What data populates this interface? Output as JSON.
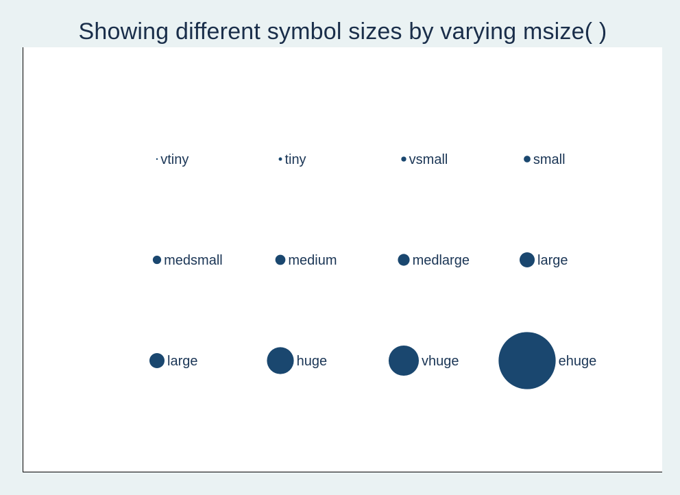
{
  "chart_title": "Showing different symbol sizes by varying msize(  )",
  "colors": {
    "background": "#eaf2f3",
    "plot_background": "#ffffff",
    "marker": "#1a476f",
    "axis": "#000000",
    "label_text": "#1a3555"
  },
  "chart_data": {
    "type": "scatter",
    "title": "Showing different symbol sizes by varying msize(  )",
    "xlabel": "",
    "ylabel": "",
    "xlim": [
      0,
      5
    ],
    "ylim": [
      0,
      4
    ],
    "grid": false,
    "marker_size_scale": {
      "vtiny": 0.5,
      "tiny": 1.0,
      "vsmall": 1.5,
      "small": 2.0,
      "medsmall": 2.5,
      "medium": 3.0,
      "medlarge": 3.5,
      "large": 4.5,
      "huge": 8.0,
      "vhuge": 9.0,
      "ehuge": 17.0
    },
    "points": [
      {
        "x": 1,
        "y": 3,
        "label": "vtiny",
        "size": "vtiny"
      },
      {
        "x": 2,
        "y": 3,
        "label": "tiny",
        "size": "tiny"
      },
      {
        "x": 3,
        "y": 3,
        "label": "vsmall",
        "size": "vsmall"
      },
      {
        "x": 4,
        "y": 3,
        "label": "small",
        "size": "small"
      },
      {
        "x": 1,
        "y": 2,
        "label": "medsmall",
        "size": "medsmall"
      },
      {
        "x": 2,
        "y": 2,
        "label": "medium",
        "size": "medium"
      },
      {
        "x": 3,
        "y": 2,
        "label": "medlarge",
        "size": "medlarge"
      },
      {
        "x": 4,
        "y": 2,
        "label": "large",
        "size": "large"
      },
      {
        "x": 1,
        "y": 1,
        "label": "large",
        "size": "large"
      },
      {
        "x": 2,
        "y": 1,
        "label": "huge",
        "size": "huge"
      },
      {
        "x": 3,
        "y": 1,
        "label": "vhuge",
        "size": "vhuge"
      },
      {
        "x": 4,
        "y": 1,
        "label": "ehuge",
        "size": "ehuge"
      }
    ]
  }
}
